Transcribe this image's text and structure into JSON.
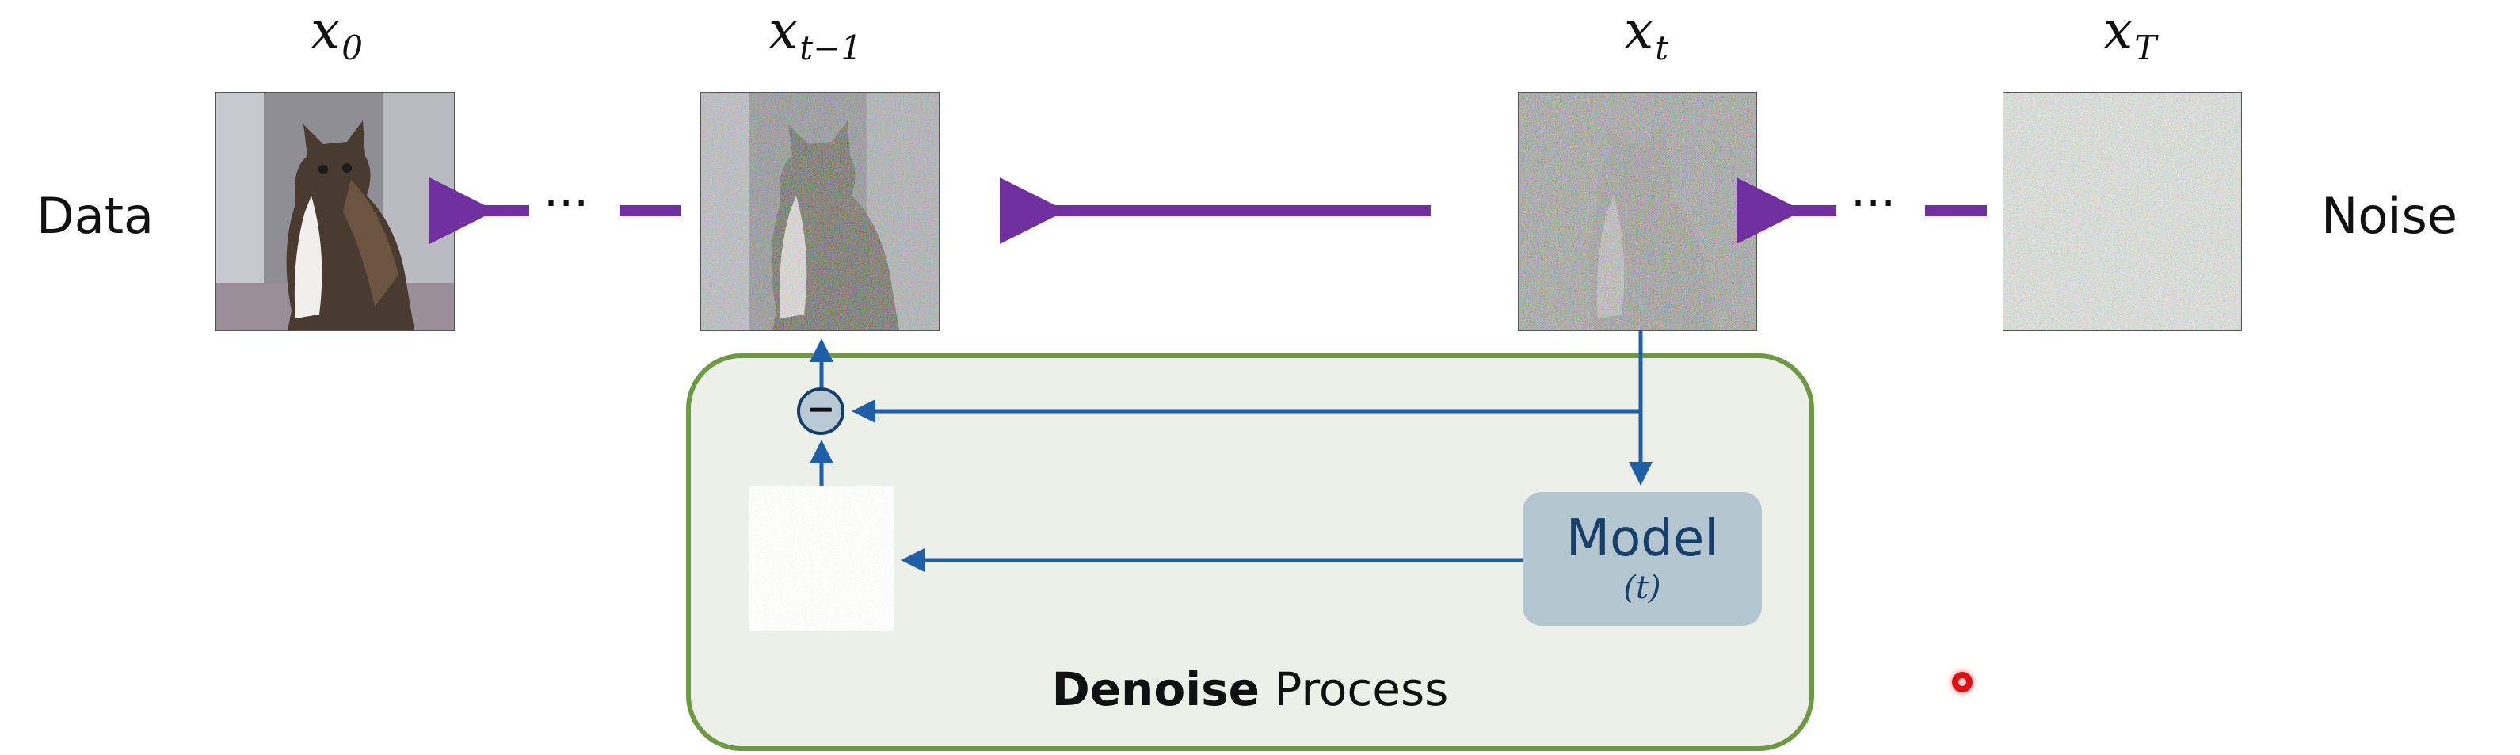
{
  "labels": {
    "data": "Data",
    "noise": "Noise"
  },
  "states": {
    "x0": {
      "var": "x",
      "sub": "0"
    },
    "xt_minus_1": {
      "var": "x",
      "sub": "t−1"
    },
    "xt": {
      "var": "x",
      "sub": "t"
    },
    "xT": {
      "var": "x",
      "sub": "T"
    }
  },
  "ellipsis": "···",
  "minus_symbol": "−",
  "model": {
    "title": "Model",
    "param": "(t)"
  },
  "process": {
    "bold": "Denoise",
    "rest": " Process"
  },
  "colors": {
    "purple_arrow": "#7030a0",
    "blue_arrow": "#1f5fa8",
    "box_fill": "#ecf0e8",
    "box_border": "#6b9a43",
    "model_fill": "#b4c6cf",
    "model_text": "#163f6b"
  }
}
